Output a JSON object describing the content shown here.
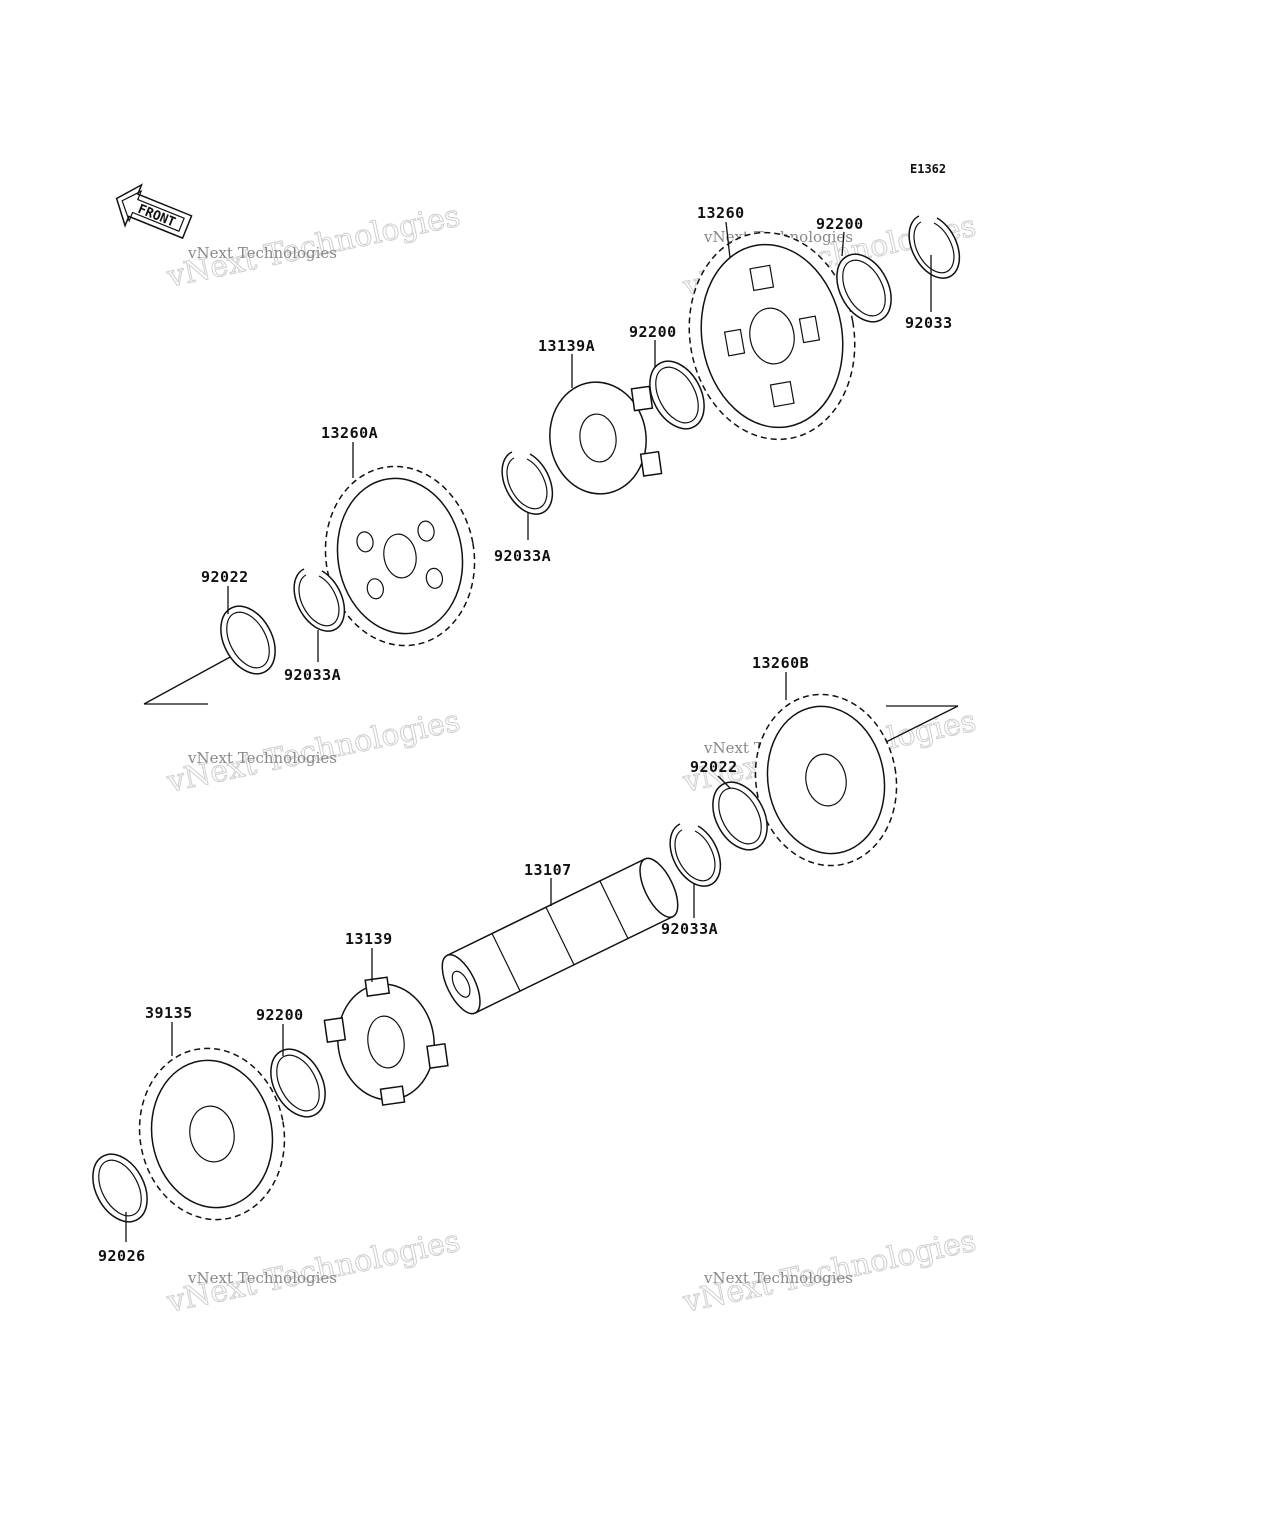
{
  "diagram_id": "E1362",
  "front_label": "FRONT",
  "watermarks": [
    {
      "small": "vNext Technologies",
      "big": "vNext Technologies"
    },
    {
      "small": "vNext Technologies",
      "big": "vNext Technologies"
    },
    {
      "small": "vNext Technologies",
      "big": "vNext Technologies"
    },
    {
      "small": "vNext Technologies",
      "big": "vNext Technologies"
    },
    {
      "small": "vNext Technologies",
      "big": "vNext Technologies"
    },
    {
      "small": "vNext Technologies",
      "big": "vNext Technologies"
    }
  ],
  "parts": [
    {
      "code": "13260"
    },
    {
      "code": "92200"
    },
    {
      "code": "92033"
    },
    {
      "code": "13139A"
    },
    {
      "code": "92200"
    },
    {
      "code": "13260A"
    },
    {
      "code": "92033A"
    },
    {
      "code": "92022"
    },
    {
      "code": "92033A"
    },
    {
      "code": "13260B"
    },
    {
      "code": "92022"
    },
    {
      "code": "13107"
    },
    {
      "code": "92033A"
    },
    {
      "code": "13139"
    },
    {
      "code": "39135"
    },
    {
      "code": "92200"
    },
    {
      "code": "92026"
    }
  ]
}
